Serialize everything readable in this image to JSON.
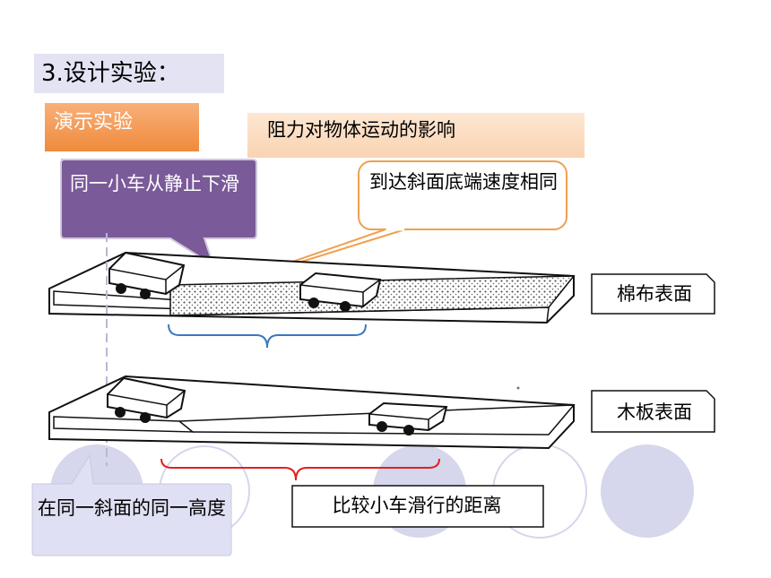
{
  "heading": {
    "text": "3.设计实验："
  },
  "tag": {
    "text": "演示实验"
  },
  "topic": {
    "text": "阻力对物体运动的影响"
  },
  "callouts": {
    "same_cart": "同一小车从静止下滑",
    "same_speed": "到达斜面底端速度相同",
    "same_height": "在同一斜面的同一高度",
    "compare": "比较小车滑行的距离"
  },
  "surfaces": {
    "cotton": "棉布表面",
    "wood": "木板表面"
  },
  "colors": {
    "purple_callout": "#7a5a98",
    "orange_callout": "#f0a050",
    "bottom_callout": "#e0e0f4",
    "blue_brace": "#3a78c2",
    "red_brace": "#e02020",
    "circle_fill": "#d6d6ec"
  }
}
